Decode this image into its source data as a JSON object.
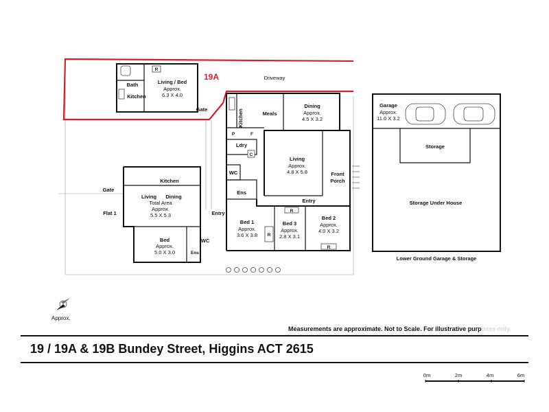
{
  "header": {
    "title": "19 / 19A & 19B Bundey Street, Higgins ACT 2615",
    "disclaimer_main": "Measurements are approximate. Not to Scale. For illustrative purp",
    "disclaimer_faded": "oses only."
  },
  "compass": {
    "label": "Approx."
  },
  "scale_bar": {
    "ticks": [
      "0m",
      "2m",
      "4m",
      "6m"
    ]
  },
  "boundary": {
    "label": "19A",
    "color": "#d0202a"
  },
  "labels": {
    "driveway": "Driveway",
    "gate_top": "Gate",
    "gate_left": "Gate",
    "flat1": "Flat 1",
    "entry_left": "Entry",
    "entry_main": "Entry",
    "front_porch_1": "Front",
    "front_porch_2": "Porch",
    "lower_ground": "Lower Ground Garage & Storage"
  },
  "rooms": {
    "unit19a_living": {
      "name": "Living / Bed",
      "approx": "Approx.",
      "dims": "6.3 X 4.0"
    },
    "unit19a_kitchen": {
      "name": "Kitchen"
    },
    "unit19a_bath": {
      "name": "Bath"
    },
    "meals": {
      "name": "Meals"
    },
    "kitchen_main": {
      "name": "Kitchen"
    },
    "dining": {
      "name": "Dining",
      "approx": "Approx.",
      "dims": "4.5 X 3.2"
    },
    "laundry": {
      "name": "Ldry"
    },
    "living": {
      "name": "Living",
      "approx": "Approx.",
      "dims": "4.8 X 5.8"
    },
    "wc_main": {
      "name": "WC"
    },
    "ens_main": {
      "name": "Ens"
    },
    "bed1": {
      "name": "Bed 1",
      "approx": "Approx.",
      "dims": "3.6 X 3.8"
    },
    "bed3": {
      "name": "Bed 3",
      "approx": "Approx.",
      "dims": "2.8 X 3.1"
    },
    "bed2": {
      "name": "Bed 2",
      "approx": "Approx.",
      "dims": "4.0 X 3.2"
    },
    "flat_kitchen": {
      "name": "Kitchen"
    },
    "flat_living": {
      "name": "Living"
    },
    "flat_dining": {
      "name": "Dining"
    },
    "flat_total": {
      "name": "Total Area",
      "approx": "Approx.",
      "dims": "5.5 X 5.3"
    },
    "flat_bed": {
      "name": "Bed",
      "approx": "Approx.",
      "dims": "5.0 X 3.0"
    },
    "flat_wc": {
      "name": "WC"
    },
    "flat_ens": {
      "name": "Ens"
    },
    "garage": {
      "name": "Garage",
      "approx": "Approx.",
      "dims": "11.0 X 3.2"
    },
    "storage": {
      "name": "Storage"
    },
    "storage_under": {
      "name": "Storage Under House"
    }
  },
  "fixtures": {
    "pantry": "P",
    "fridge": "F",
    "robe": "R",
    "cupboard": "C"
  }
}
